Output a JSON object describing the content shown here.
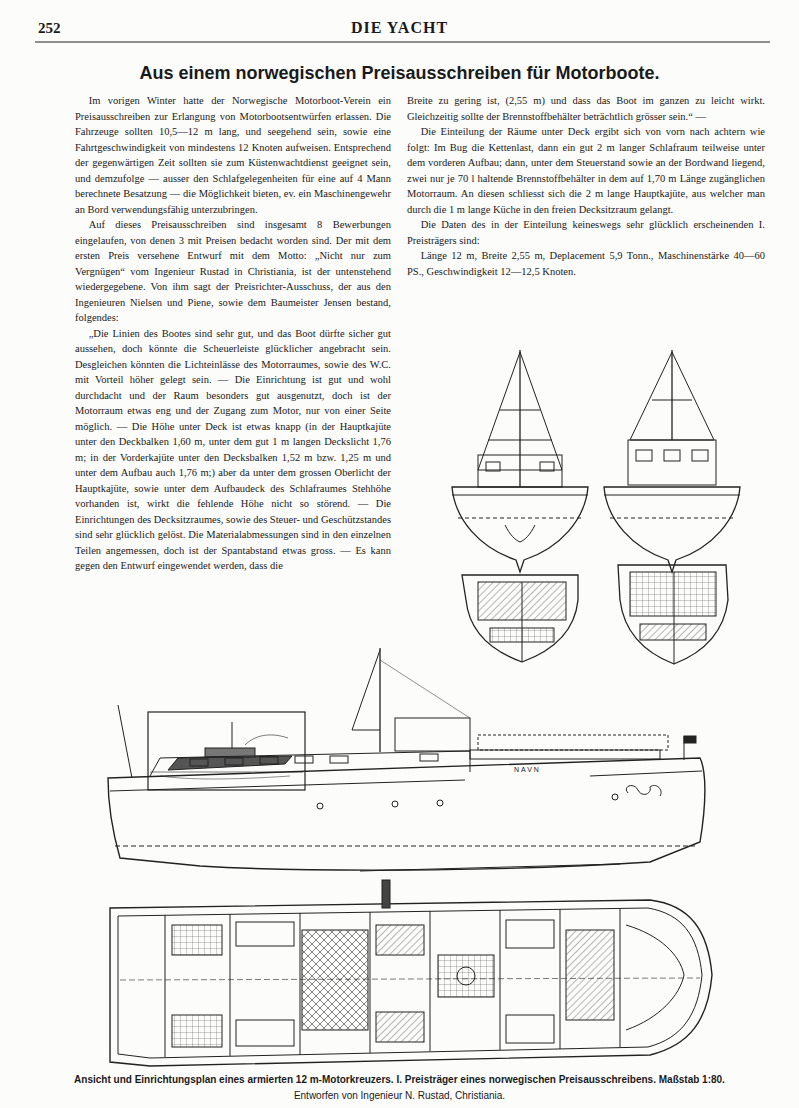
{
  "diagram": {
    "title": "Aus einem norwegischen Preisausschreiben für Motorboote.",
    "caption": "Ansicht und Einrichtungsplan eines armierten 12 m-Motorkreuzers. I. Preisträger eines norwegischen Preisausschreibens. Maßstab 1:80.",
    "labels": [
      "252",
      "DIE YACHT",
      "Im vorigen Winter hatte der Norwegische Motorboot-Verein ein Preisausschreiben zur Erlangung von Motorbootsentwürfen erlassen. Die Fahrzeuge sollten 10,5—12 m lang, und seegehend sein, sowie eine Fahrtgeschwindigkeit von mindestens 12 Knoten aufweisen. Entsprechend der gegenwärtigen Zeit sollten sie zum Küstenwachtdienst geeignet sein, und demzufolge — ausser den Schlafgelegenheiten für eine auf 4 Mann berechnete Besatzung — die Möglichkeit bieten, ev. ein Maschinengewehr an Bord verwendungsfähig unterzubringen.",
      "Auf dieses Preisausschreiben sind insgesamt 8 Bewerbungen eingelaufen, von denen 3 mit Preisen bedacht worden sind. Der mit dem ersten Preis versehene Entwurf mit dem Motto: „Nicht nur zum Vergnügen“ vom Ingenieur Rustad in Christiania, ist der untenstehend wiedergegebene. Von ihm sagt der Preisrichter-Ausschuss, der aus den Ingenieuren Nielsen und Piene, sowie dem Baumeister Jensen bestand, folgendes:",
      "„Die Linien des Bootes sind sehr gut, und das Boot dürfte sicher gut aussehen, doch könnte die Scheuerleiste glücklicher angebracht sein. Desgleichen könnten die Lichteinlässe des Motorraumes, sowie des W.C. mit Vorteil höher gelegt sein. — Die Einrichtung ist gut und wohl durchdacht und der Raum besonders gut ausgenutzt, doch ist der Motorraum etwas eng und der Zugang zum Motor, nur von einer Seite möglich. — Die Höhe unter Deck ist etwas knapp (in der Hauptkajüte unter den Deckbalken 1,60 m, unter dem gut 1 m langen Deckslicht 1,76 m; in der Vorderkajüte unter den Decksbalken 1,52 m bzw. 1,25 m und unter dem Aufbau auch 1,76 m;) aber da unter dem grossen Oberlicht der Hauptkajüte, sowie unter dem Aufbaudeck des Schlafraumes Stehhöhe vorhanden ist, wirkt die fehlende Höhe nicht so störend. — Die Einrichtungen des Decksitzraumes, sowie des Steuer- und Geschützstandes sind sehr glücklich gelöst. Die Materialabmessungen sind in den einzelnen Teilen angemessen, doch ist der Spantabstand etwas gross. — Es kann gegen den Entwurf eingewendet werden, dass die",
      "Breite zu gering ist, (2,55 m) und dass das Boot im ganzen zu leicht wirkt. Gleichzeitig sollte der Brennstoffbehälter beträchtlich grösser sein.“ —",
      "Die Einteilung der Räume unter Deck ergibt sich von vorn nach achtern wie folgt: Im Bug die Kettenlast, dann ein gut 2 m langer Schlafraum teilweise unter dem vorderen Aufbau; dann, unter dem Steuerstand sowie an der Bordwand liegend, zwei nur je 70 l haltende Brennstoffbehälter in dem auf 1,70 m Länge zugänglichen Motorraum. An diesen schliesst sich die 2 m lange Hauptkajüte, aus welcher man durch die 1 m lange Küche in den freien Decksitzraum gelangt.",
      "Die Daten des in der Einteilung keineswegs sehr glücklich erscheinenden I. Preisträgers sind:",
      "Länge 12 m, Breite 2,55 m, Deplacement 5,9 Tonn., Maschinenstärke 40—60 PS., Geschwindigkeit 12—12,5 Knoten.",
      "NAVN",
      "Entworfen von Ingenieur N. Rustad, Christiania."
    ]
  }
}
